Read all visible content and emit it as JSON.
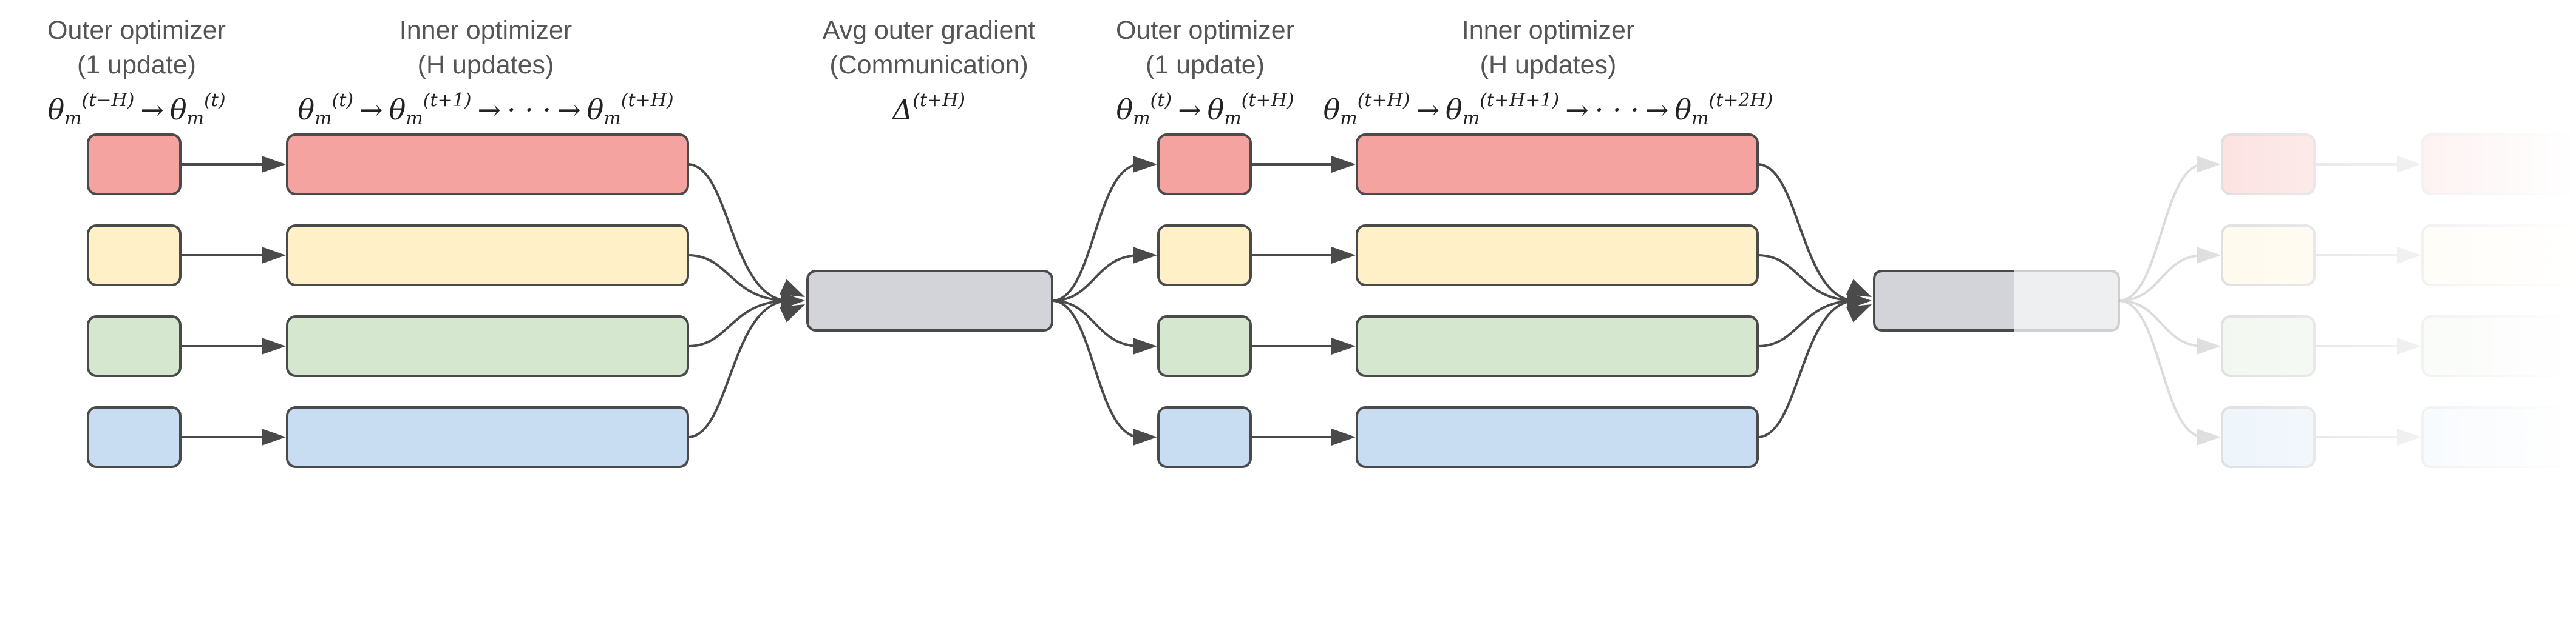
{
  "stages": {
    "outer1": {
      "title": "Outer optimizer",
      "subtitle": "(1 update)",
      "math": {
        "from_sup": "(t−H)",
        "to_sup": "(t)"
      }
    },
    "inner1": {
      "title": "Inner optimizer",
      "subtitle": "(H updates)",
      "math": {
        "a_sup": "(t)",
        "b_sup": "(t+1)",
        "c_sup": "(t+H)"
      }
    },
    "avg": {
      "title": "Avg outer gradient",
      "subtitle": "(Communication)",
      "math": {
        "sup": "(t+H)"
      }
    },
    "outer2": {
      "title": "Outer optimizer",
      "subtitle": "(1 update)",
      "math": {
        "from_sup": "(t)",
        "to_sup": "(t+H)"
      }
    },
    "inner2": {
      "title": "Inner optimizer",
      "subtitle": "(H updates)",
      "math": {
        "a_sup": "(t+H)",
        "b_sup": "(t+H+1)",
        "c_sup": "(t+2H)"
      }
    }
  },
  "symbols": {
    "theta": "θ",
    "m": "m",
    "delta": "Δ",
    "arrow": "→",
    "dots": "· · ·"
  },
  "colors": {
    "red": "#f4a3a0",
    "yellow": "#fff0c8",
    "green": "#d5e8cf",
    "blue": "#c8ddf2",
    "gray": "#d3d4d9",
    "stroke": "#4a4a4a"
  }
}
